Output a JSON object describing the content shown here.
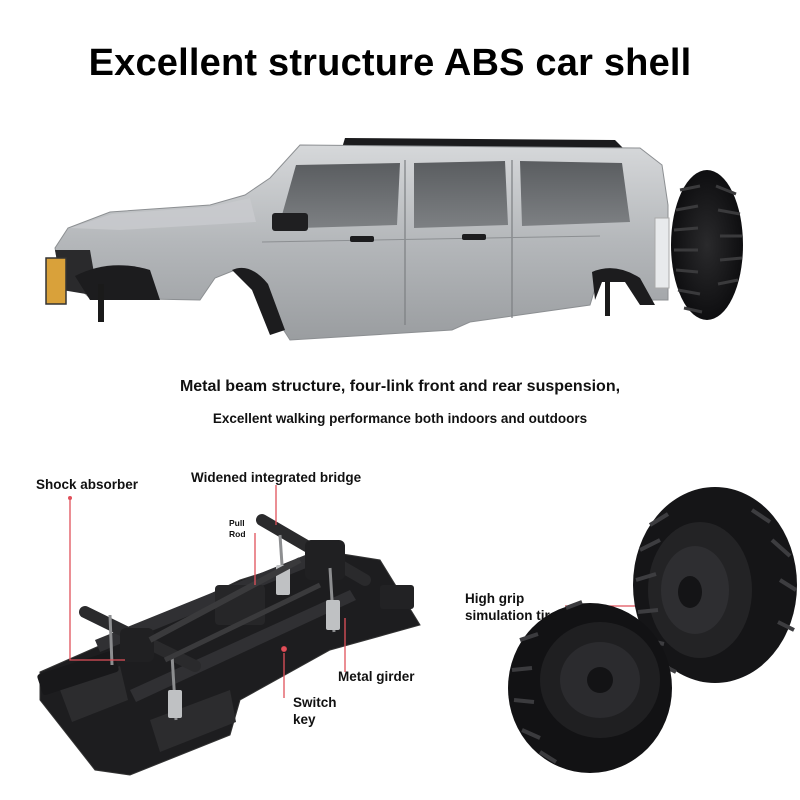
{
  "headline": "Excellent structure ABS car shell",
  "captions": {
    "line1": "Metal beam structure, four-link front and rear suspension,",
    "line2": "Excellent walking performance both indoors and outdoors"
  },
  "callouts": {
    "shock_absorber": "Shock absorber",
    "widened_bridge": "Widened integrated bridge",
    "pull_rod_line1": "Pull",
    "pull_rod_line2": "Rod",
    "metal_girder": "Metal girder",
    "switch_key_line1": "Switch",
    "switch_key_line2": "key",
    "tire_line1": "High grip",
    "tire_line2": "simulation tire"
  },
  "colors": {
    "callout_line": "#e0505a",
    "body_silver": "#b9bcbf",
    "chassis_black": "#1e1e20"
  }
}
